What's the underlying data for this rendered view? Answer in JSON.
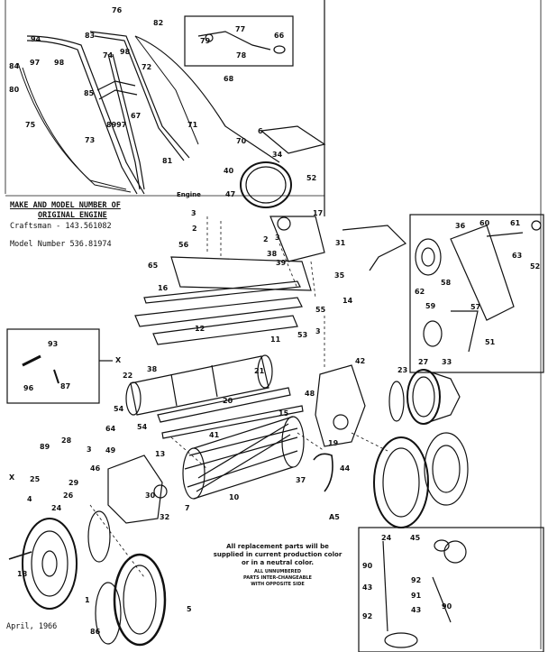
{
  "header": {
    "make_model_line1": "MAKE AND MODEL NUMBER OF",
    "make_model_line2": "ORIGINAL ENGINE",
    "craftsman": "Craftsman - 143.561082",
    "model_number": "Model Number 536.81974"
  },
  "footer": {
    "date": "April, 1966",
    "section_code": "A5"
  },
  "note": {
    "line1": "All replacement parts will be",
    "line2": "supplied in current production color",
    "line3": "or in a neutral color.",
    "line4": "ALL UNNUMBERED",
    "line5": "PARTS INTER-CHANGEABLE",
    "line6": "WITH OPPOSITE SIDE"
  },
  "engine_label": "Engine",
  "inset_pointer": "X",
  "part_labels": [
    {
      "id": "p76",
      "text": "76"
    },
    {
      "id": "p82",
      "text": "82"
    },
    {
      "id": "p83",
      "text": "83"
    },
    {
      "id": "p94",
      "text": "94"
    },
    {
      "id": "p84",
      "text": "84"
    },
    {
      "id": "p97a",
      "text": "97"
    },
    {
      "id": "p98a",
      "text": "98"
    },
    {
      "id": "p74",
      "text": "74"
    },
    {
      "id": "p98b",
      "text": "98"
    },
    {
      "id": "p72",
      "text": "72"
    },
    {
      "id": "p80",
      "text": "80"
    },
    {
      "id": "p85",
      "text": "85"
    },
    {
      "id": "p75",
      "text": "75"
    },
    {
      "id": "p77",
      "text": "77"
    },
    {
      "id": "p67a",
      "text": "67"
    },
    {
      "id": "p8997",
      "text": "8997"
    },
    {
      "id": "p73",
      "text": "73"
    },
    {
      "id": "p71",
      "text": "71"
    },
    {
      "id": "p70",
      "text": "70"
    },
    {
      "id": "p81",
      "text": "81"
    },
    {
      "id": "p6",
      "text": "6"
    },
    {
      "id": "p34",
      "text": "34"
    },
    {
      "id": "p40",
      "text": "40"
    },
    {
      "id": "p52a",
      "text": "52"
    },
    {
      "id": "p47",
      "text": "47"
    },
    {
      "id": "p17",
      "text": "17"
    },
    {
      "id": "p79",
      "text": "79"
    },
    {
      "id": "p78",
      "text": "78"
    },
    {
      "id": "p66",
      "text": "66"
    },
    {
      "id": "p68",
      "text": "68"
    },
    {
      "id": "p3a",
      "text": "3"
    },
    {
      "id": "p2a",
      "text": "2"
    },
    {
      "id": "p56",
      "text": "56"
    },
    {
      "id": "p2b",
      "text": "2"
    },
    {
      "id": "p3b",
      "text": "3"
    },
    {
      "id": "p38a",
      "text": "38"
    },
    {
      "id": "p39",
      "text": "39"
    },
    {
      "id": "p31",
      "text": "31"
    },
    {
      "id": "p36",
      "text": "36"
    },
    {
      "id": "p60",
      "text": "60"
    },
    {
      "id": "p61",
      "text": "61"
    },
    {
      "id": "p63",
      "text": "63"
    },
    {
      "id": "p52b",
      "text": "52"
    },
    {
      "id": "p65",
      "text": "65"
    },
    {
      "id": "p16",
      "text": "16"
    },
    {
      "id": "p35",
      "text": "35"
    },
    {
      "id": "p55",
      "text": "55"
    },
    {
      "id": "p62",
      "text": "62"
    },
    {
      "id": "p58",
      "text": "58"
    },
    {
      "id": "p59",
      "text": "59"
    },
    {
      "id": "p57",
      "text": "57"
    },
    {
      "id": "p14",
      "text": "14"
    },
    {
      "id": "p12",
      "text": "12"
    },
    {
      "id": "p11",
      "text": "11"
    },
    {
      "id": "p53",
      "text": "53"
    },
    {
      "id": "p3c",
      "text": "3"
    },
    {
      "id": "p51",
      "text": "51"
    },
    {
      "id": "p27",
      "text": "27"
    },
    {
      "id": "p33",
      "text": "33"
    },
    {
      "id": "p93",
      "text": "93"
    },
    {
      "id": "p96",
      "text": "96"
    },
    {
      "id": "p87",
      "text": "87"
    },
    {
      "id": "p38b",
      "text": "38"
    },
    {
      "id": "p21",
      "text": "21"
    },
    {
      "id": "p22",
      "text": "22"
    },
    {
      "id": "p42",
      "text": "42"
    },
    {
      "id": "p23",
      "text": "23"
    },
    {
      "id": "p20",
      "text": "20"
    },
    {
      "id": "p48",
      "text": "48"
    },
    {
      "id": "p54a",
      "text": "54"
    },
    {
      "id": "p15",
      "text": "15"
    },
    {
      "id": "p19",
      "text": "19"
    },
    {
      "id": "p64",
      "text": "64"
    },
    {
      "id": "p54b",
      "text": "54"
    },
    {
      "id": "p41",
      "text": "41"
    },
    {
      "id": "p49",
      "text": "49"
    },
    {
      "id": "p13",
      "text": "13"
    },
    {
      "id": "p89",
      "text": "89"
    },
    {
      "id": "p28",
      "text": "28"
    },
    {
      "id": "p3d",
      "text": "3"
    },
    {
      "id": "p46",
      "text": "46"
    },
    {
      "id": "p25",
      "text": "25"
    },
    {
      "id": "p29",
      "text": "29"
    },
    {
      "id": "p44",
      "text": "44"
    },
    {
      "id": "p37",
      "text": "37"
    },
    {
      "id": "p10",
      "text": "10"
    },
    {
      "id": "p30",
      "text": "30"
    },
    {
      "id": "p4",
      "text": "4"
    },
    {
      "id": "p26",
      "text": "26"
    },
    {
      "id": "p24a",
      "text": "24"
    },
    {
      "id": "p7",
      "text": "7"
    },
    {
      "id": "p32",
      "text": "32"
    },
    {
      "id": "p18",
      "text": "18"
    },
    {
      "id": "p1",
      "text": "1"
    },
    {
      "id": "p5",
      "text": "5"
    },
    {
      "id": "p86",
      "text": "86"
    },
    {
      "id": "p24b",
      "text": "24"
    },
    {
      "id": "p45",
      "text": "45"
    },
    {
      "id": "p90a",
      "text": "90"
    },
    {
      "id": "p92",
      "text": "92"
    },
    {
      "id": "p43a",
      "text": "43"
    },
    {
      "id": "p91",
      "text": "91"
    },
    {
      "id": "p43b",
      "text": "43"
    },
    {
      "id": "p90b",
      "text": "90"
    },
    {
      "id": "p92b",
      "text": "92"
    },
    {
      "id": "pX",
      "text": "X"
    }
  ]
}
